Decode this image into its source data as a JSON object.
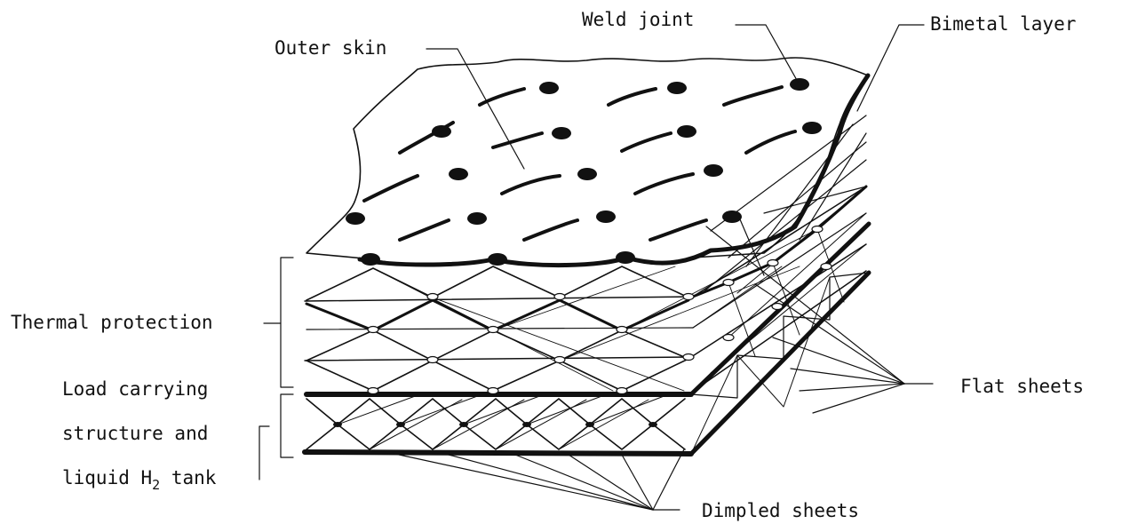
{
  "labels": {
    "weld_joint": "Weld joint",
    "outer_skin": "Outer skin",
    "bimetal_layer": "Bimetal layer",
    "thermal_protection": "Thermal protection",
    "load_line1": "Load carrying",
    "load_line2": "structure and",
    "load_line3_prefix": "liquid H",
    "load_line3_sub": "2",
    "load_line3_suffix": " tank",
    "flat_sheets": "Flat sheets",
    "dimpled_sheets": "Dimpled sheets"
  },
  "colors": {
    "ink": "#111111",
    "background": "#ffffff"
  }
}
